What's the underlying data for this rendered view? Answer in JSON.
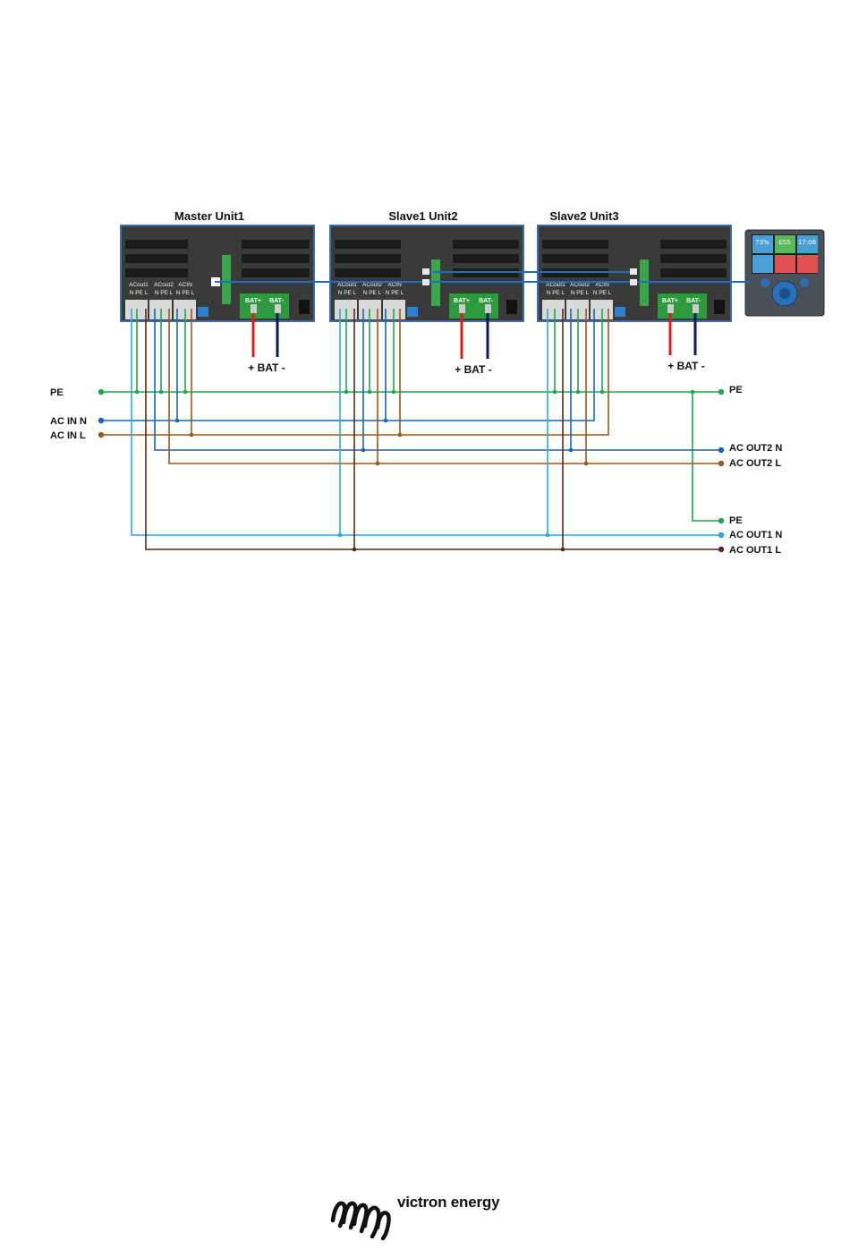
{
  "units": [
    {
      "title": "Master Unit1",
      "terminals": [
        "ACout1",
        "ACout2",
        "ACIN"
      ],
      "pins": "N PE L",
      "bat_plus": "BAT+",
      "bat_minus": "BAT-",
      "bat_label": "+ BAT -"
    },
    {
      "title": "Slave1 Unit2",
      "terminals": [
        "ACout1",
        "ACout2",
        "ACIN"
      ],
      "pins": "N PE L",
      "bat_plus": "BAT+",
      "bat_minus": "BAT-",
      "bat_label": "+ BAT -"
    },
    {
      "title": "Slave2 Unit3",
      "terminals": [
        "ACout1",
        "ACout2",
        "ACIN"
      ],
      "pins": "N PE L",
      "bat_plus": "BAT+",
      "bat_minus": "BAT-",
      "bat_label": "+ BAT -"
    }
  ],
  "buses_left": {
    "pe": "PE",
    "ac_in_n": "AC IN N",
    "ac_in_l": "AC IN L"
  },
  "buses_right": {
    "pe_top": "PE",
    "ac_out2_n": "AC OUT2 N",
    "ac_out2_l": "AC OUT2 L",
    "pe_bottom": "PE",
    "ac_out1_n": "AC OUT1 N",
    "ac_out1_l": "AC OUT1 L"
  },
  "control_panel": {
    "tiles": [
      "73%",
      "ESS",
      "17:08",
      "",
      "",
      ""
    ],
    "tile_colors": [
      "#4a9fd8",
      "#5cb85c",
      "#4a9fd8",
      "#4a9fd8",
      "#e05050",
      "#e05050"
    ]
  },
  "colors": {
    "pe": "#1aaa4a",
    "ac_in_n": "#1565c0",
    "ac_in_l": "#a0561a",
    "ac_out2_n": "#1565c0",
    "ac_out2_l": "#a0561a",
    "ac_out1_n": "#29a8e0",
    "ac_out1_l": "#5a2a14",
    "bat_plus": "#e01a1a",
    "bat_minus": "#0a1a5a",
    "ve_bus": "#1f6fb8",
    "unit_frame": "#3b6fb0",
    "unit_body": "#2e2e2e"
  },
  "logo": {
    "text": "victron energy",
    "icon": "victron-logo-icon"
  }
}
